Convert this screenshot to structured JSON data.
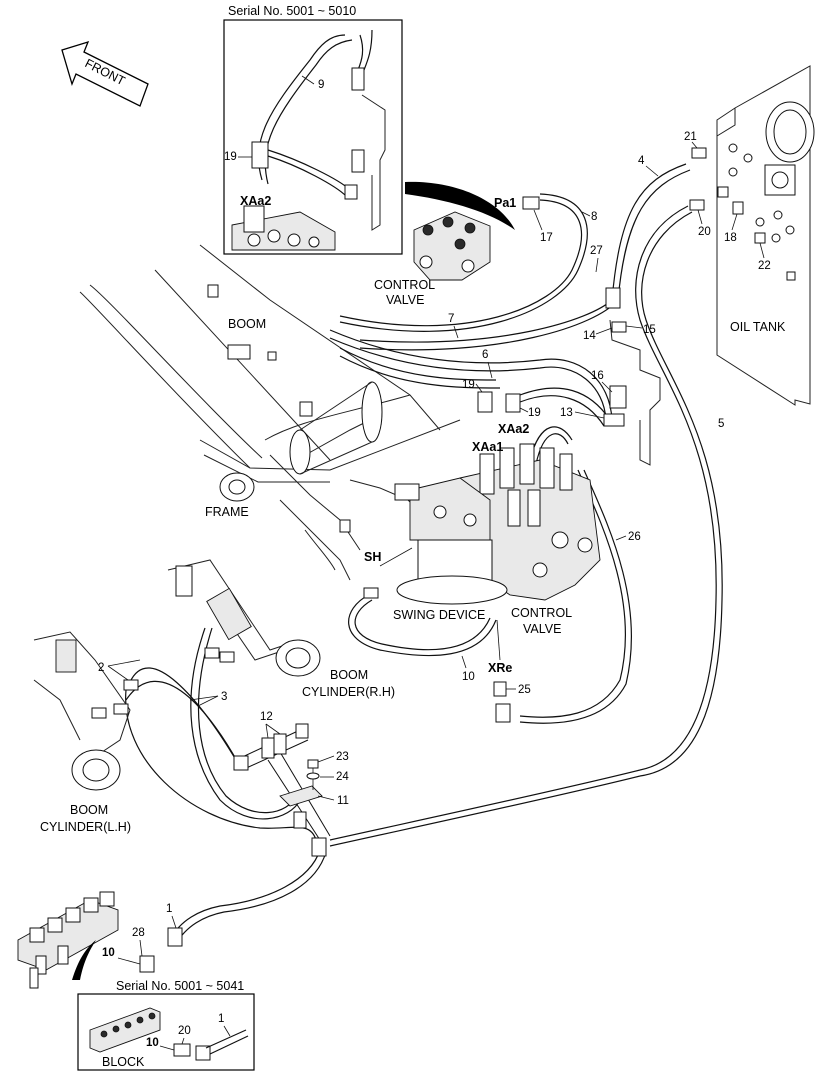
{
  "insets": {
    "top": {
      "title": "Serial No. 5001 ~ 5010"
    },
    "bottom": {
      "title": "Serial No. 5001 ~ 5041",
      "block_label": "BLOCK"
    }
  },
  "direction": {
    "label": "FRONT"
  },
  "labels": {
    "boom": "BOOM",
    "frame": "FRAME",
    "control_valve_top_1": "CONTROL",
    "control_valve_top_2": "VALVE",
    "control_valve_mid_1": "CONTROL",
    "control_valve_mid_2": "VALVE",
    "swing_device": "SWING DEVICE",
    "oil_tank": "OIL TANK",
    "boom_cyl_rh_1": "BOOM",
    "boom_cyl_rh_2": "CYLINDER(R.H)",
    "boom_cyl_lh_1": "BOOM",
    "boom_cyl_lh_2": "CYLINDER(L.H)"
  },
  "ports": {
    "pa1": "Pa1",
    "xaa2_inset": "XAa2",
    "xaa1": "XAa1",
    "xaa2": "XAa2",
    "sh": "SH",
    "xre": "XRe"
  },
  "callouts": {
    "c9": "9",
    "c19a": "19",
    "c21": "21",
    "c4": "4",
    "c20a": "20",
    "c18": "18",
    "c22": "22",
    "c8": "8",
    "c17": "17",
    "c27": "27",
    "c7": "7",
    "c14": "14",
    "c15": "15",
    "c16": "16",
    "c13": "13",
    "c6": "6",
    "c19b": "19",
    "c19c": "19",
    "c5": "5",
    "c26": "26",
    "c2": "2",
    "c3": "3",
    "c10a": "10",
    "c25": "25",
    "c12": "12",
    "c23": "23",
    "c24": "24",
    "c11": "11",
    "c1a": "1",
    "c28": "28",
    "c10b": "10",
    "c20b": "20",
    "c1b": "1",
    "c10c": "10"
  }
}
